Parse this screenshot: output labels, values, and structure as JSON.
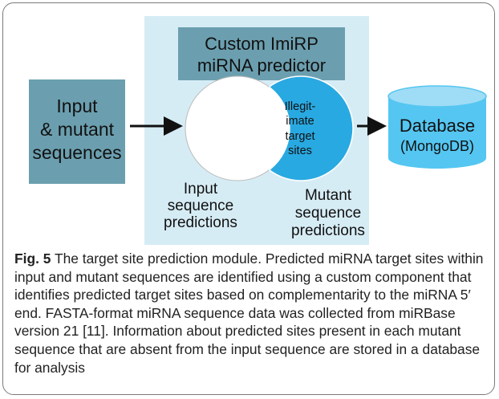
{
  "diagram": {
    "predictor": {
      "line1": "Custom ImiRP",
      "line2": "miRNA predictor"
    },
    "input_box": {
      "line1": "Input",
      "line2": "& mutant",
      "line3": "sequences"
    },
    "overlap": {
      "line1": "Illegit-",
      "line2": "imate",
      "line3": "target",
      "line4": "sites"
    },
    "input_predictions": {
      "line1": "Input",
      "line2": "sequence",
      "line3": "predictions"
    },
    "mutant_predictions": {
      "line1": "Mutant",
      "line2": "sequence",
      "line3": "predictions"
    },
    "database": {
      "line1": "Database",
      "line2": "(MongoDB)"
    },
    "colors": {
      "panel": "#d6ecf5",
      "box": "#6b9faf",
      "circle_fill": "#29a9e1",
      "db_fill": "#54c6f1",
      "db_top": "#9fdcf5"
    }
  },
  "caption": {
    "label": "Fig. 5",
    "text": "The target site prediction module. Predicted miRNA target sites within input and mutant sequences are identified using a custom component that identifies predicted target sites based on complementarity to the miRNA 5′ end. FASTA-format miRNA sequence data was collected from miRBase version 21 [11]. Information about predicted sites present in each mutant sequence that are absent from the input sequence are stored in a database for analysis"
  }
}
